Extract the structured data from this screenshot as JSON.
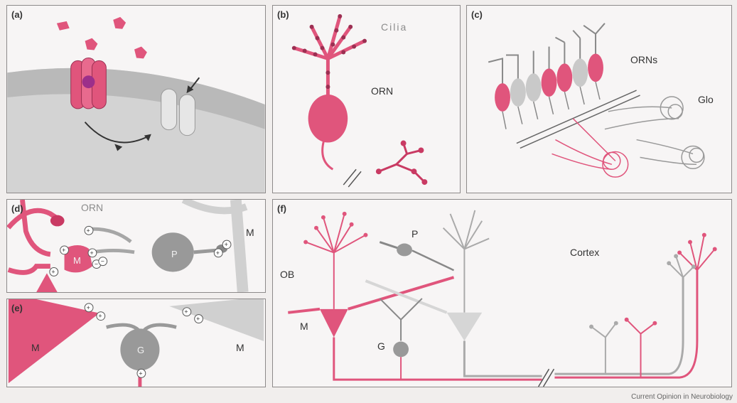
{
  "colors": {
    "pink": "#e0557c",
    "pink_dark": "#c93a63",
    "grey": "#c9c9c9",
    "grey_dark": "#8e8e8e",
    "line": "#555555"
  },
  "panel_a": {
    "label": "(a)"
  },
  "panel_b": {
    "label": "(b)",
    "cilia": "Cilia",
    "orn": "ORN"
  },
  "panel_c": {
    "label": "(c)",
    "orns": "ORNs",
    "glo": "Glo"
  },
  "panel_d": {
    "label": "(d)",
    "orn": "ORN",
    "m_right": "M",
    "m_inner": "M",
    "p": "P",
    "signs": [
      "+",
      "+",
      "+",
      "−",
      "+",
      "−",
      "+",
      "+"
    ]
  },
  "panel_e": {
    "label": "(e)",
    "m_left": "M",
    "m_right": "M",
    "g": "G",
    "signs": [
      "+",
      "+",
      "+",
      "+",
      "+"
    ]
  },
  "panel_f": {
    "label": "(f)",
    "ob": "OB",
    "m": "M",
    "p": "P",
    "g": "G",
    "cortex": "Cortex"
  },
  "footer": "Current Opinion in Neurobiology"
}
